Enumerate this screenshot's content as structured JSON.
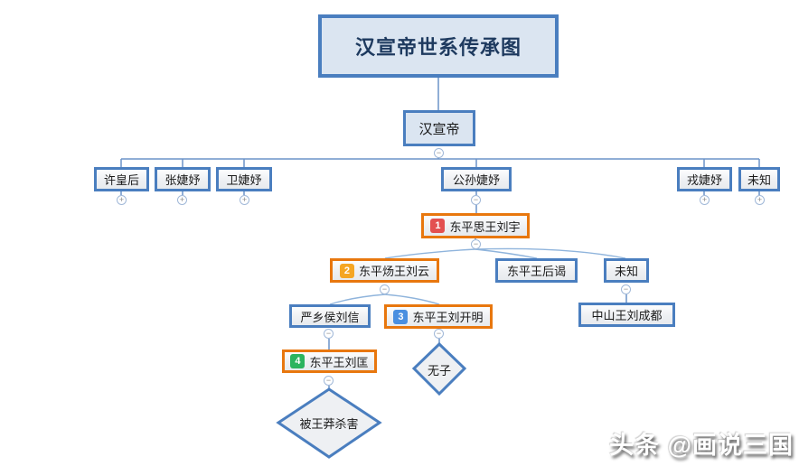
{
  "title": {
    "text": "汉宣帝世系传承图"
  },
  "colors": {
    "border_blue": "#4a7ebf",
    "panel_fill": "#dbe5f1",
    "border_orange": "#e8770e",
    "connector": "#6b93c9",
    "connector_curve": "#8fb4dc",
    "badge_red": "#e35050",
    "badge_yellow": "#f5a623",
    "badge_blue": "#4a8fe0",
    "badge_green": "#2bb45f"
  },
  "nodes": {
    "emperor": {
      "label": "汉宣帝"
    },
    "xu_empress": {
      "label": "许皇后"
    },
    "zhang_jieyu": {
      "label": "张婕妤"
    },
    "wei_jieyu": {
      "label": "卫婕妤"
    },
    "gongsun_jieyu": {
      "label": "公孙婕妤"
    },
    "rong_jieyu": {
      "label": "戎婕妤"
    },
    "unknown_1": {
      "label": "未知"
    },
    "liu_yu": {
      "label": "东平思王刘宇",
      "badge": "1",
      "badge_color": "#e35050"
    },
    "liu_yun": {
      "label": "东平炀王刘云",
      "badge": "2",
      "badge_color": "#f5a623"
    },
    "queen_ye": {
      "label": "东平王后谒"
    },
    "unknown_2": {
      "label": "未知"
    },
    "liu_chengdu": {
      "label": "中山王刘成都"
    },
    "liu_xin": {
      "label": "严乡侯刘信"
    },
    "liu_kaiming": {
      "label": "东平王刘开明",
      "badge": "3",
      "badge_color": "#4a8fe0"
    },
    "liu_kuang": {
      "label": "东平王刘匡",
      "badge": "4",
      "badge_color": "#2bb45f"
    }
  },
  "diamonds": {
    "no_heir": {
      "label": "无子"
    },
    "killed_by_wang": {
      "label": "被王莽杀害"
    }
  },
  "toggles": {
    "collapse": "−",
    "expand": "+"
  },
  "watermark": {
    "text": "头条 @画说三国"
  }
}
